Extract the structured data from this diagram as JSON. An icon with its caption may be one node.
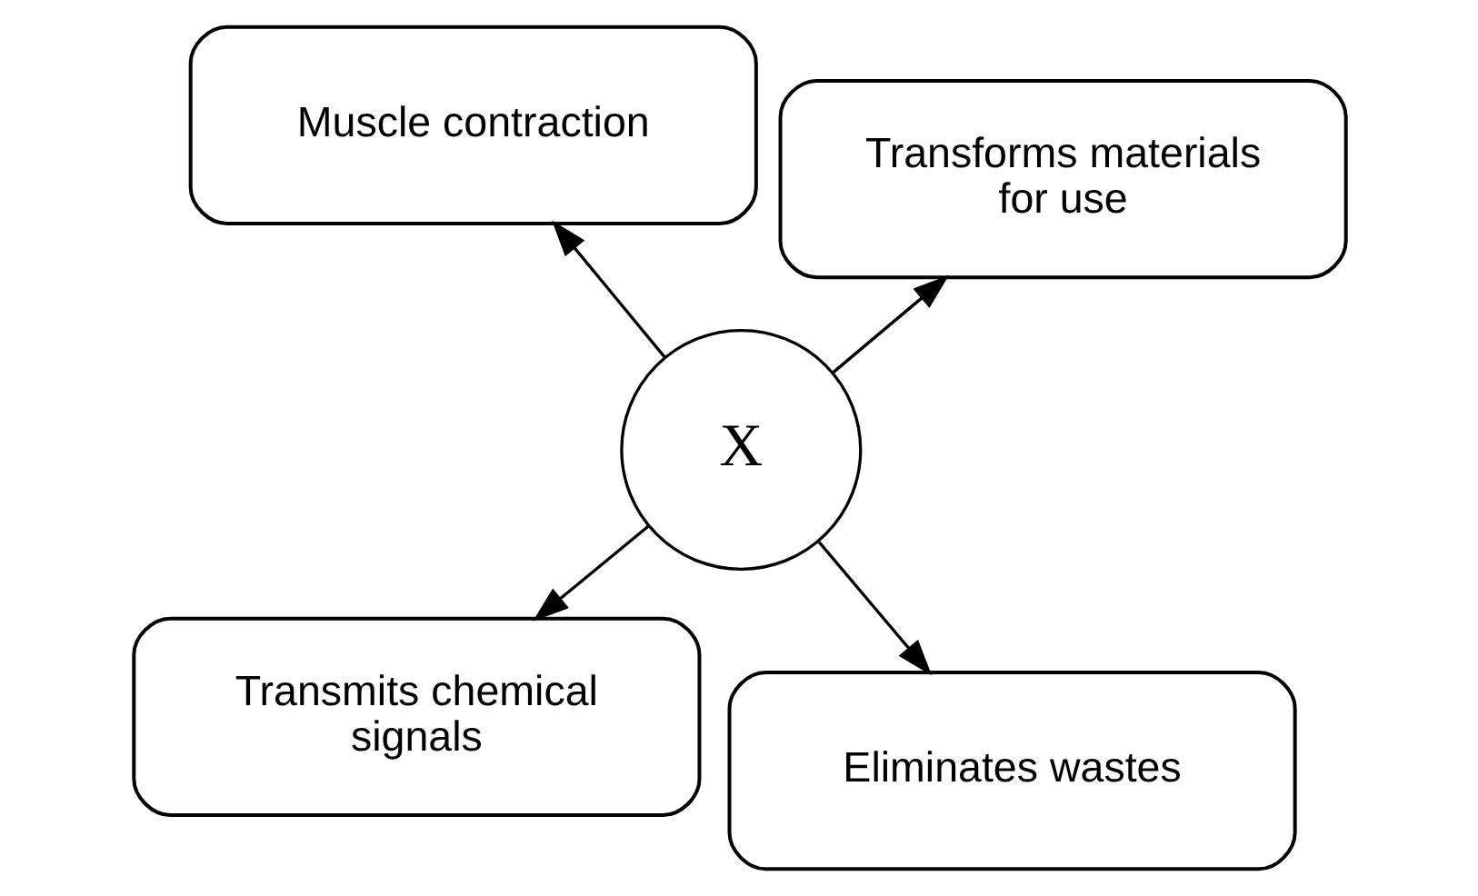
{
  "diagram": {
    "nodes": [
      {
        "text": [
          "Transmits chemical signals"
        ]
      },
      {
        "text": [
          "Eliminates wastes"
        ]
      },
      {
        "text": [
          "X"
        ]
      },
      {
        "text": [
          "Muscle contraction"
        ]
      },
      {
        "text": [
          "Transforms materials for use"
        ]
      }
    ],
    "edges": [
      {
        "from": 2,
        "to": 0,
        "arrow": "to"
      },
      {
        "from": 2,
        "to": 1,
        "arrow": "to"
      },
      {
        "from": 2,
        "to": 3,
        "arrow": "to"
      },
      {
        "from": 2,
        "to": 4,
        "arrow": "to"
      }
    ]
  }
}
